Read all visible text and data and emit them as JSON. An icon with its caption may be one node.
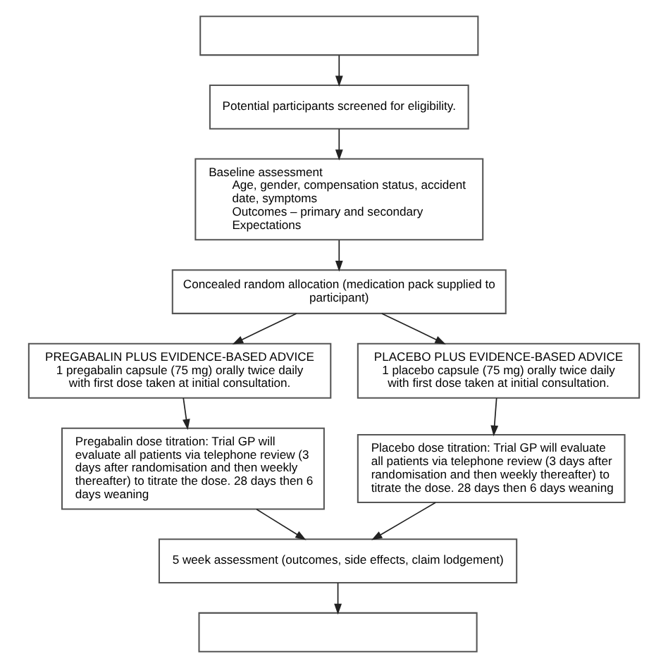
{
  "diagram": {
    "nodes": [
      {
        "text": [],
        "shape": "box"
      },
      {
        "text": [
          "Potential participants screened for eligibility."
        ]
      },
      {
        "text": [
          "Baseline assessment",
          "Age, gender, compensation status, accident date, symptoms",
          "Outcomes – primary and secondary",
          "Expectations"
        ]
      },
      {
        "text": [
          "Concealed random allocation (medication pack supplied to participant)"
        ]
      },
      {
        "text": [
          "PREGABALIN PLUS EVIDENCE-BASED ADVICE",
          "1 pregabalin capsule (75 mg) orally twice daily with first dose taken at initial consultation."
        ]
      },
      {
        "text": [
          "PLACEBO PLUS EVIDENCE-BASED ADVICE",
          "1 placebo capsule (75 mg) orally twice daily with first dose taken at initial consultation."
        ]
      },
      {
        "text": [
          "Pregabalin dose titration: Trial GP will evaluate all patients via telephone review (3 days after randomisation and then weekly thereafter) to titrate the dose. 28 days then 6 days weaning"
        ]
      },
      {
        "text": [
          "Placebo dose titration: Trial GP will evaluate all patients via telephone review (3 days after randomisation and then weekly thereafter) to titrate the dose. 28 days then 6 days weaning"
        ]
      },
      {
        "text": [
          "5 week assessment (outcomes, side effects, claim lodgement)"
        ]
      },
      {
        "text": [],
        "shape": "box"
      }
    ],
    "edges": [
      {
        "from": 0,
        "to": 1,
        "arrow": "to"
      },
      {
        "from": 1,
        "to": 2,
        "arrow": "to"
      },
      {
        "from": 2,
        "to": 3,
        "arrow": "to"
      },
      {
        "from": 3,
        "to": 4,
        "arrow": "to"
      },
      {
        "from": 3,
        "to": 5,
        "arrow": "to"
      },
      {
        "from": 4,
        "to": 6,
        "arrow": "to"
      },
      {
        "from": 5,
        "to": 7,
        "arrow": "to"
      },
      {
        "from": 6,
        "to": 8,
        "arrow": "to"
      },
      {
        "from": 7,
        "to": 8,
        "arrow": "to"
      },
      {
        "from": 8,
        "to": 9,
        "arrow": "to"
      }
    ]
  }
}
